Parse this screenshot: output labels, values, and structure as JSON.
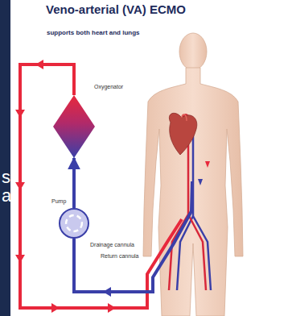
{
  "diagram": {
    "title": "Veno-arterial (VA) ECMO",
    "nodes": [
      {
        "text": [
          "Oxygenator"
        ]
      },
      {
        "text": [
          "Pump"
        ]
      }
    ],
    "edges": [
      {
        "from": 1,
        "to": 0,
        "arrow": "to"
      }
    ],
    "labels": [
      "supports both heart and lungs",
      "Drainage cannula",
      "Return cannula",
      "s",
      "a"
    ]
  }
}
